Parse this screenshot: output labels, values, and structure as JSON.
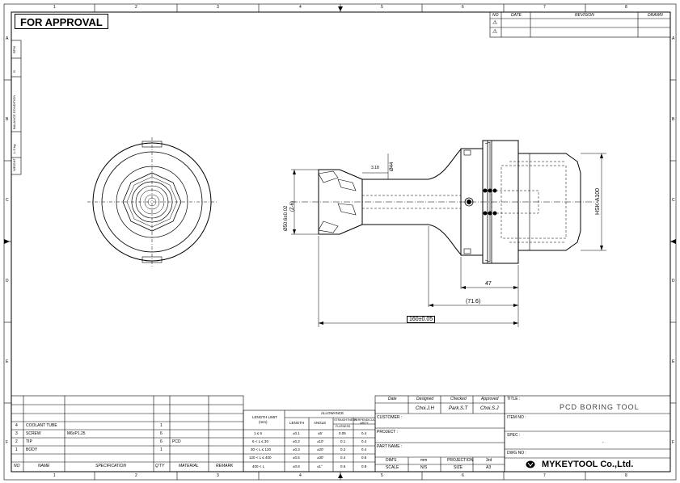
{
  "stamp": "FOR APPROVAL",
  "grid": {
    "cols": [
      "1",
      "2",
      "3",
      "4",
      "5",
      "6",
      "7",
      "8"
    ],
    "rows": [
      "A",
      "B",
      "C",
      "D",
      "E",
      "F"
    ]
  },
  "revision_table": {
    "headers": [
      "NO",
      "DATE",
      "REVISION",
      "DRAWN"
    ],
    "row_marks": [
      "⚠",
      "⚠"
    ]
  },
  "side_block": {
    "labels": [
      "WEIGHT",
      "L.S  kg",
      "BALANCE CONDITION",
      "G",
      "RPM"
    ]
  },
  "dims": {
    "diameter": "Ø50.6±0.02",
    "diameter_sub": "(Z-6)",
    "phi44": "Ø44",
    "small": "3.18",
    "shank": "HSK-A100",
    "len47": "47",
    "len716": "(71.6)",
    "len160": "160±0.05"
  },
  "bom": {
    "headers": [
      "NO",
      "NAME",
      "SPECIFICATION",
      "Q'TY",
      "MATERIAL",
      "REMARK"
    ],
    "rows": [
      {
        "no": "4",
        "name": "COOLANT TUBE",
        "spec": "",
        "qty": "1",
        "mat": "",
        "rem": ""
      },
      {
        "no": "3",
        "name": "SCREW",
        "spec": "M6xP1.25",
        "qty": "6",
        "mat": "",
        "rem": ""
      },
      {
        "no": "2",
        "name": "TIP",
        "spec": "",
        "qty": "6",
        "mat": "PCD",
        "rem": ""
      },
      {
        "no": "1",
        "name": "BODY",
        "spec": "",
        "qty": "1",
        "mat": "",
        "rem": ""
      }
    ]
  },
  "allowance": {
    "col_length_limit": "LENGTH LIMIT",
    "col_length_unit": "(mm)",
    "group": "ALLOWANCE",
    "col_length": "LENGTH",
    "col_angle": "ANGLE",
    "col_straight": "STRAIGHTNESS",
    "col_flat": "FLATNESS",
    "col_perp": "PERPENDICUL-ARITY",
    "rows": [
      {
        "range": "1  ≤  6",
        "len": "±0.1",
        "ang": "±5'",
        "str": "0.05",
        "perp": "0.4"
      },
      {
        "range": "6  <  L  ≤  30",
        "len": "±0.2",
        "ang": "±10'",
        "str": "0.1",
        "perp": "0.4"
      },
      {
        "range": "30  <  L  ≤  120",
        "len": "±0.3",
        "ang": "±20'",
        "str": "0.2",
        "perp": "0.4"
      },
      {
        "range": "120  <  L  ≤  400",
        "len": "±0.5",
        "ang": "±30'",
        "str": "0.4",
        "perp": "0.6"
      },
      {
        "range": "400  <  L",
        "len": "±0.8",
        "ang": "±1°",
        "str": "0.6",
        "perp": "0.8"
      }
    ]
  },
  "approval": {
    "date": "Date",
    "designed": "Designed",
    "checked": "Checked",
    "approved": "Approved",
    "designer": "Choi.J.H",
    "checker": "Park.S.T",
    "approver": "Choi.S.J",
    "customer": "CUSTOMER :",
    "project": "PROJECT :",
    "part_name": "PART NAME :",
    "dims_label": "DIM'S",
    "dims_val": "mm",
    "proj_label": "PROJECTION",
    "proj_val": "3rd",
    "scale_label": "SCALE",
    "scale_val": "N/S",
    "size_label": "SIZE",
    "size_val": "A3"
  },
  "title_block": {
    "title_label": "TITLE :",
    "title": "PCD BORING TOOL",
    "item_label": "ITEM NO :",
    "spec_label": "SPEC :",
    "spec_val": "-",
    "dwg_label": "DWG NO :",
    "company": "MYKEYTOOL  Co.,Ltd."
  }
}
